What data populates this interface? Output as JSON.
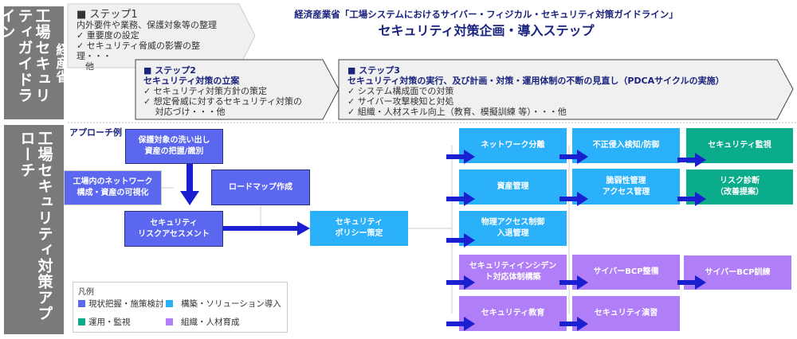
{
  "side": {
    "guideline_title": "工場セキュリティガイドライン",
    "guideline_org": "経産省",
    "approach_title": "工場セキュリティ対策アプローチ"
  },
  "header": {
    "line1": "経済産業省「工場システムにおけるサイバー・フィジカル・セキュリティ対策ガイドライン」",
    "line2": "セキュリティ対策企画・導入ステップ"
  },
  "steps": [
    {
      "label": "■ ステップ1",
      "heading": "内外要件や業務、保護対象等の整理",
      "items": [
        "✓ 重要度の設定",
        "✓ セキュリティ脅威の影響の整理・・・",
        "　他"
      ]
    },
    {
      "label": "■ ステップ2",
      "heading": "セキュリティ対策の立案",
      "items": [
        "✓ セキュリティ対策方針の策定",
        "✓ 想定脅威に対するセキュリティ対策の",
        "　 対応づけ・・・他"
      ]
    },
    {
      "label": "■ ステップ3",
      "heading": "セキュリティ対策の実行、及び計画・対策・運用体制の不断の見直し（PDCAサイクルの実施）",
      "items": [
        "✓ システム構成面での対策",
        "✓ サイバー攻撃検知と対処",
        "✓ 組織・人材スキル向上（教育、模擬訓練 等）・・・他"
      ]
    }
  ],
  "approach": {
    "label": "アプローチ例",
    "boxes": {
      "protect": "保護対象の洗い出し\n資産の把握/識別",
      "network_vis": "工場内のネットワーク\n構成・資産の可視化",
      "roadmap": "ロードマップ作成",
      "risk": "セキュリティ\nリスクアセスメント",
      "policy": "セキュリティ\nポリシー策定",
      "net_sep": "ネットワーク分離",
      "ids": "不正侵入検知/防御",
      "monitor": "セキュリティ監視",
      "asset": "資産管理",
      "vuln": "脆弱性管理\nアクセス管理",
      "risk_diag": "リスク診断\n（改善提案）",
      "physical": "物理アクセス制御\n入退管理",
      "incident": "セキュリティインシデン\nト対応体制構築",
      "bcp": "サイバーBCP整備",
      "bcp_train": "サイバーBCP訓練",
      "education": "セキュリティ教育",
      "exercise": "セキュリティ演習"
    }
  },
  "legend": {
    "title": "凡例",
    "items": [
      {
        "label": "現状把握・施策検討",
        "color": "#5c67ef"
      },
      {
        "label": "構築・ソリューション導入",
        "color": "#2bb1fa"
      },
      {
        "label": "運用・監視",
        "color": "#0aac8c"
      },
      {
        "label": "組織・人材育成",
        "color": "#b07ef6"
      }
    ]
  }
}
